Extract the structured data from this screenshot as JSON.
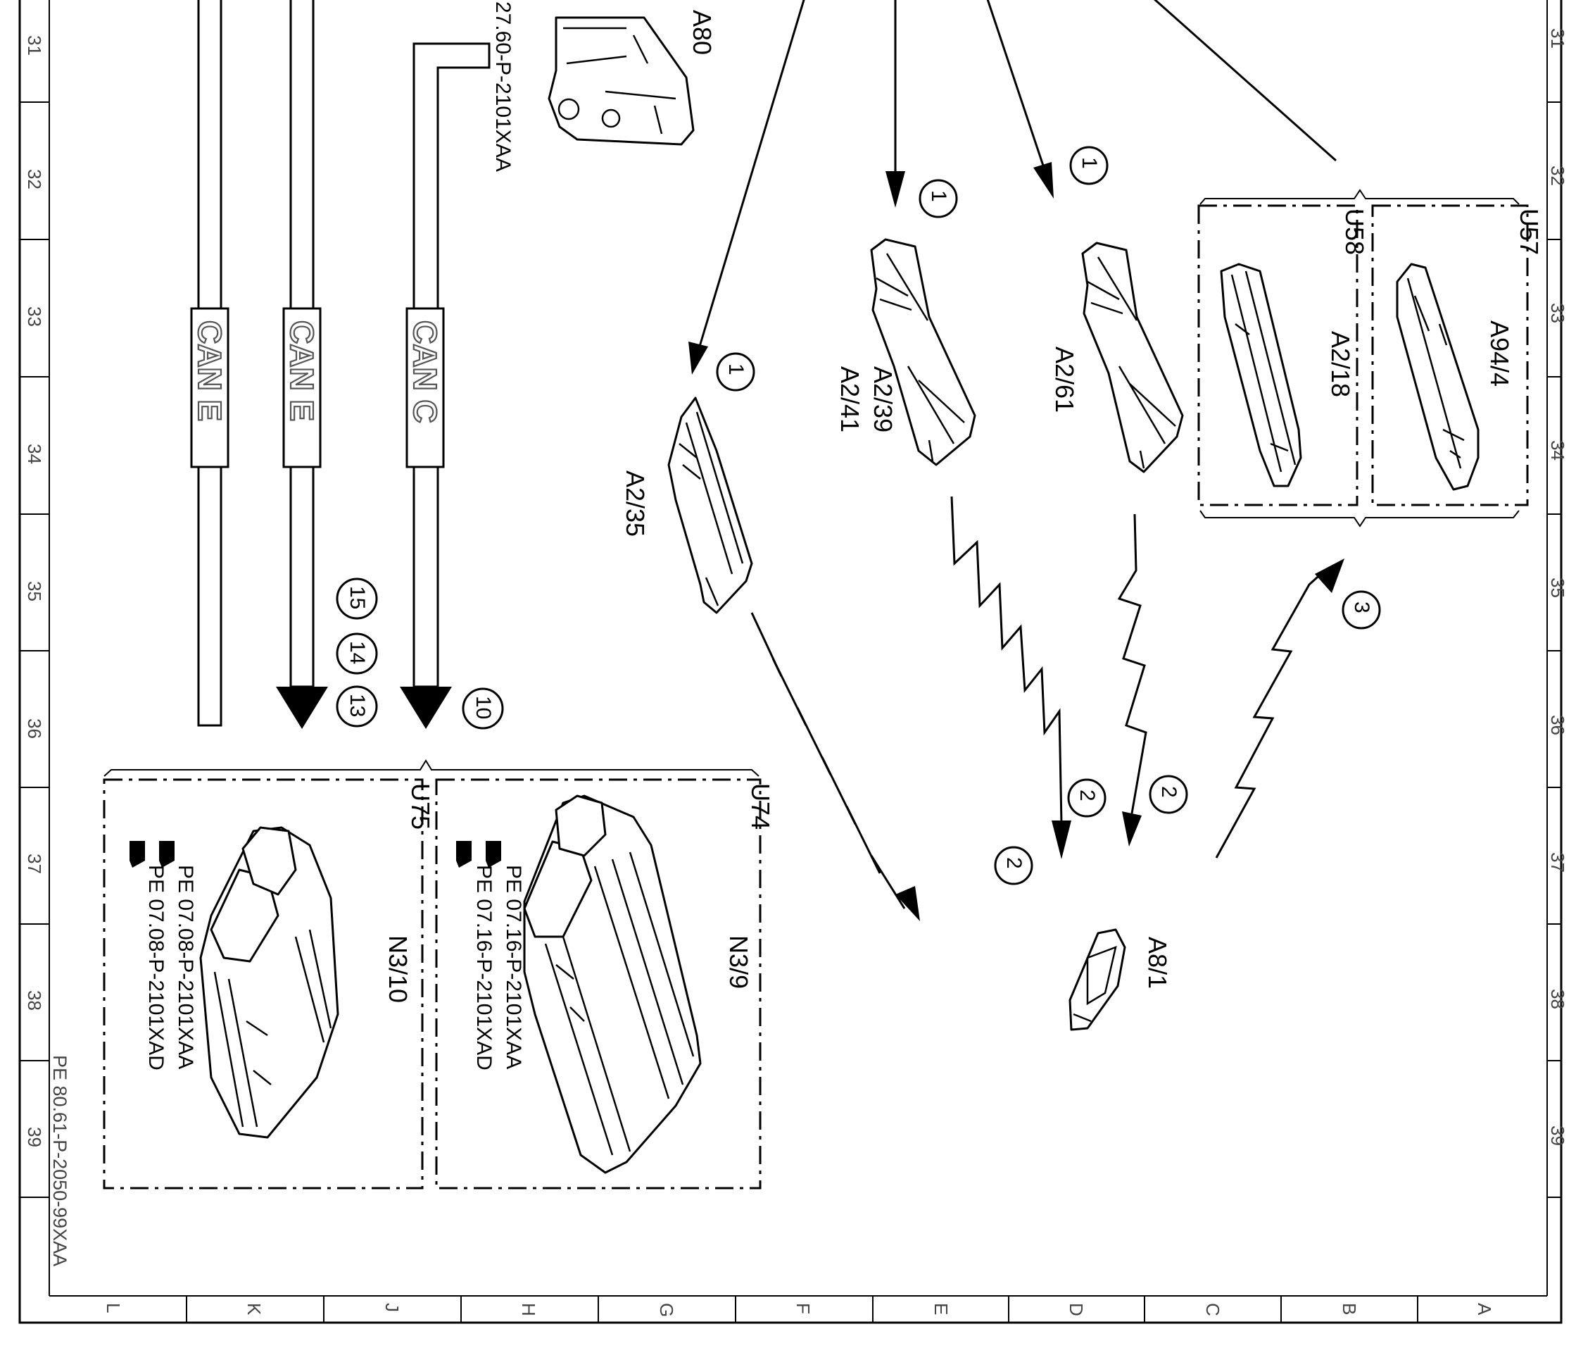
{
  "grid": {
    "row_numbers": [
      "31",
      "32",
      "33",
      "34",
      "35",
      "36",
      "37",
      "38",
      "39"
    ],
    "column_letters": [
      "L",
      "K",
      "J",
      "H",
      "G",
      "F",
      "E",
      "D",
      "C",
      "B",
      "A"
    ]
  },
  "document_id": "PE 80.61-P-2050-99XAA",
  "buses": [
    {
      "label": "CAN E"
    },
    {
      "label": "CAN E"
    },
    {
      "label": "CAN C"
    }
  ],
  "components": {
    "a80": {
      "label": "A80",
      "ref": "27.60-P-2101XAA"
    },
    "a2_35": {
      "label": "A2/35"
    },
    "a2_39": {
      "label": "A2/39",
      "label2": "A2/41"
    },
    "a2_61": {
      "label": "A2/61"
    },
    "a8_1": {
      "label": "A8/1"
    },
    "u58": {
      "group": "U58",
      "label": "A2/18"
    },
    "u57": {
      "group": "U57",
      "label": "A94/4"
    },
    "u75": {
      "group": "U75",
      "label": "N3/10",
      "refs": [
        "PE 07.08-P-2101XAA",
        "PE 07.08-P-2101XAD"
      ]
    },
    "u74": {
      "group": "U74",
      "label": "N3/9",
      "refs": [
        "PE 07.16-P-2101XAA",
        "PE 07.16-P-2101XAD"
      ]
    }
  },
  "callouts": [
    "1",
    "1",
    "1",
    "2",
    "2",
    "2",
    "3",
    "10",
    "13",
    "14",
    "15"
  ]
}
